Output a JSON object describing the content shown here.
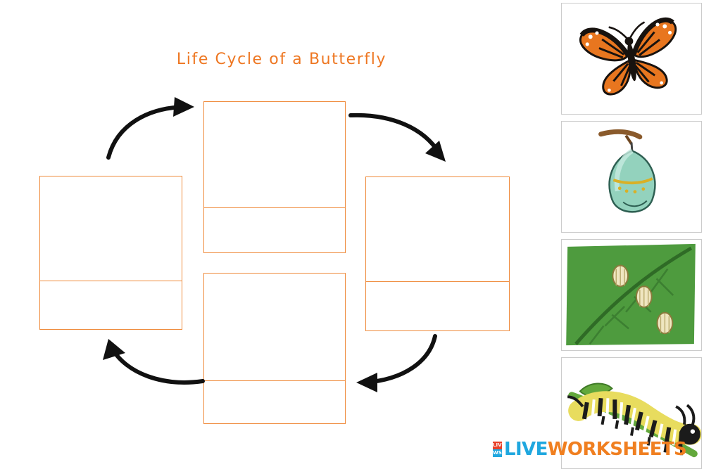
{
  "worksheet": {
    "title": "Life Cycle of a Butterfly",
    "title_color": "#ee7722",
    "box_border_color": "#ef8b3c",
    "answer_boxes": [
      {
        "name": "top",
        "value": "",
        "label_value": ""
      },
      {
        "name": "right",
        "value": "",
        "label_value": ""
      },
      {
        "name": "bottom",
        "value": "",
        "label_value": ""
      },
      {
        "name": "left",
        "value": "",
        "label_value": ""
      }
    ],
    "arrows": [
      {
        "name": "arrow-left-to-top",
        "direction": "clockwise"
      },
      {
        "name": "arrow-top-to-right",
        "direction": "clockwise"
      },
      {
        "name": "arrow-right-to-bottom",
        "direction": "clockwise"
      },
      {
        "name": "arrow-bottom-to-left",
        "direction": "clockwise"
      }
    ]
  },
  "picture_bank": {
    "items": [
      {
        "name": "butterfly",
        "alt": "Monarch butterfly"
      },
      {
        "name": "chrysalis",
        "alt": "Green chrysalis hanging from a twig"
      },
      {
        "name": "eggs",
        "alt": "Butterfly eggs on a green leaf"
      },
      {
        "name": "caterpillar",
        "alt": "Striped monarch caterpillar on a stem"
      }
    ]
  },
  "logo": {
    "badge_top": "LIVE",
    "badge_bottom": "WS",
    "word_live": "LIVE",
    "word_worksheets": "WORKSHEETS",
    "color_blue": "#1fa7df",
    "color_orange": "#f07f20",
    "color_red": "#e8412a"
  }
}
